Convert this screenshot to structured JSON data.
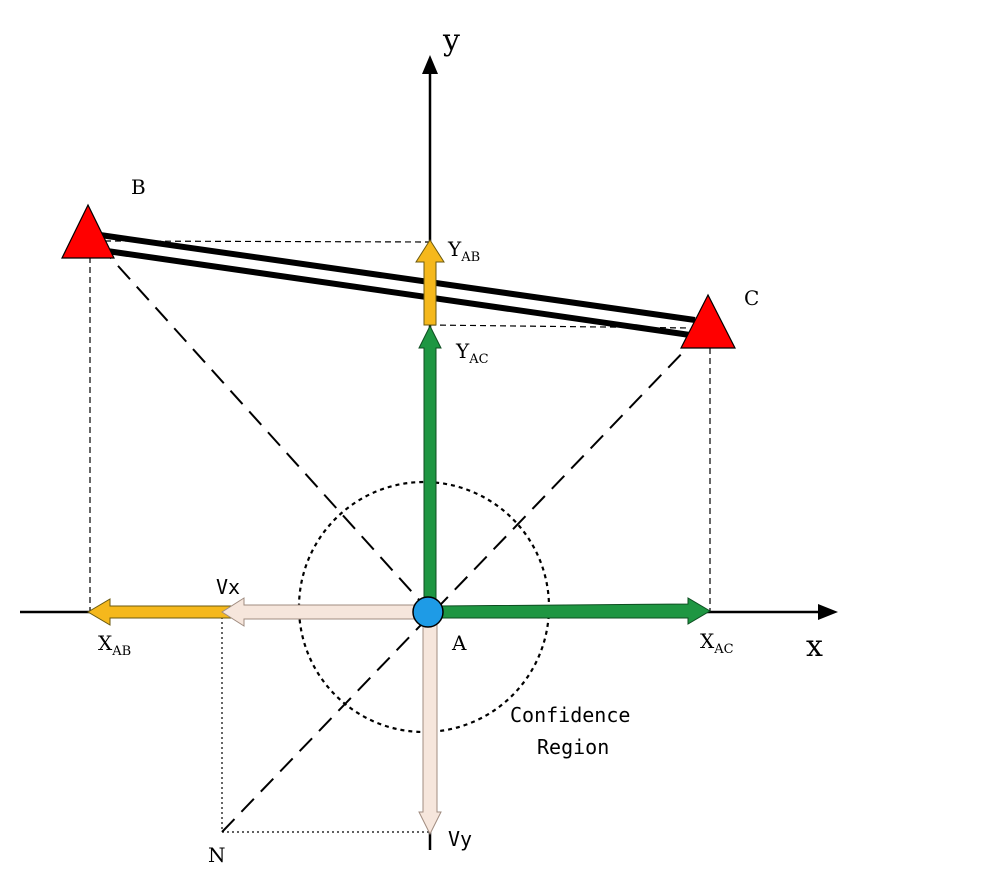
{
  "axes": {
    "x_label": "x",
    "y_label": "y"
  },
  "points": {
    "A": "A",
    "B": "B",
    "C": "C",
    "N": "N"
  },
  "labels": {
    "vx": "Vx",
    "vy": "Vy",
    "x_ab": {
      "base": "X",
      "sub": "AB"
    },
    "y_ab": {
      "base": "Y",
      "sub": "AB"
    },
    "x_ac": {
      "base": "X",
      "sub": "AC"
    },
    "y_ac": {
      "base": "Y",
      "sub": "AC"
    },
    "region_line1": "Confidence",
    "region_line2": "Region"
  },
  "colors": {
    "anchor_fill": "#ff0000",
    "node_fill": "#1e9be6",
    "ab_arrow": "#f5b81c",
    "ac_arrow": "#1e9642",
    "velocity_arrow": "#f6e6dc",
    "line": "#000000"
  }
}
